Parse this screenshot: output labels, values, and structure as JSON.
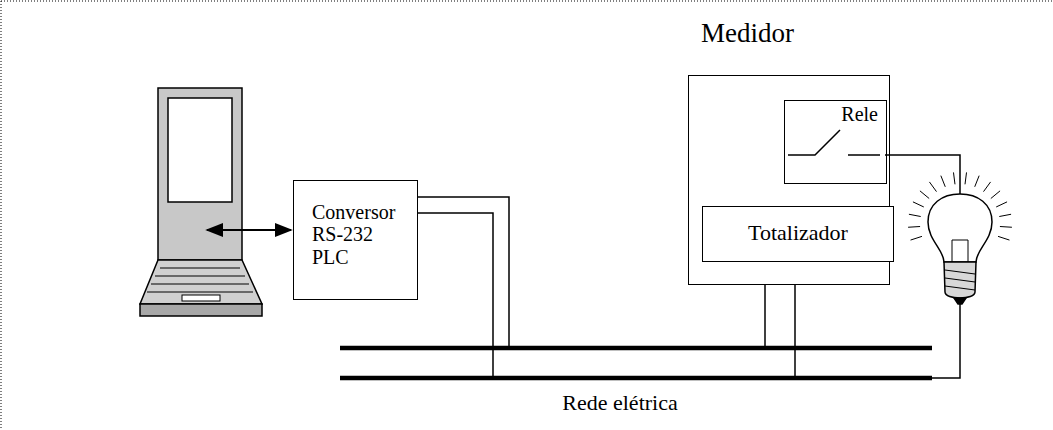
{
  "diagram": {
    "nodes": [
      {
        "text": [
          "Conversor RS-232 PLC"
        ]
      },
      {
        "text": [
          "Medidor"
        ]
      },
      {
        "text": [
          "Rele"
        ],
        "in": 1
      },
      {
        "text": [
          "Totalizador"
        ],
        "in": 1
      }
    ],
    "labels": [
      "Rede elétrica"
    ]
  }
}
